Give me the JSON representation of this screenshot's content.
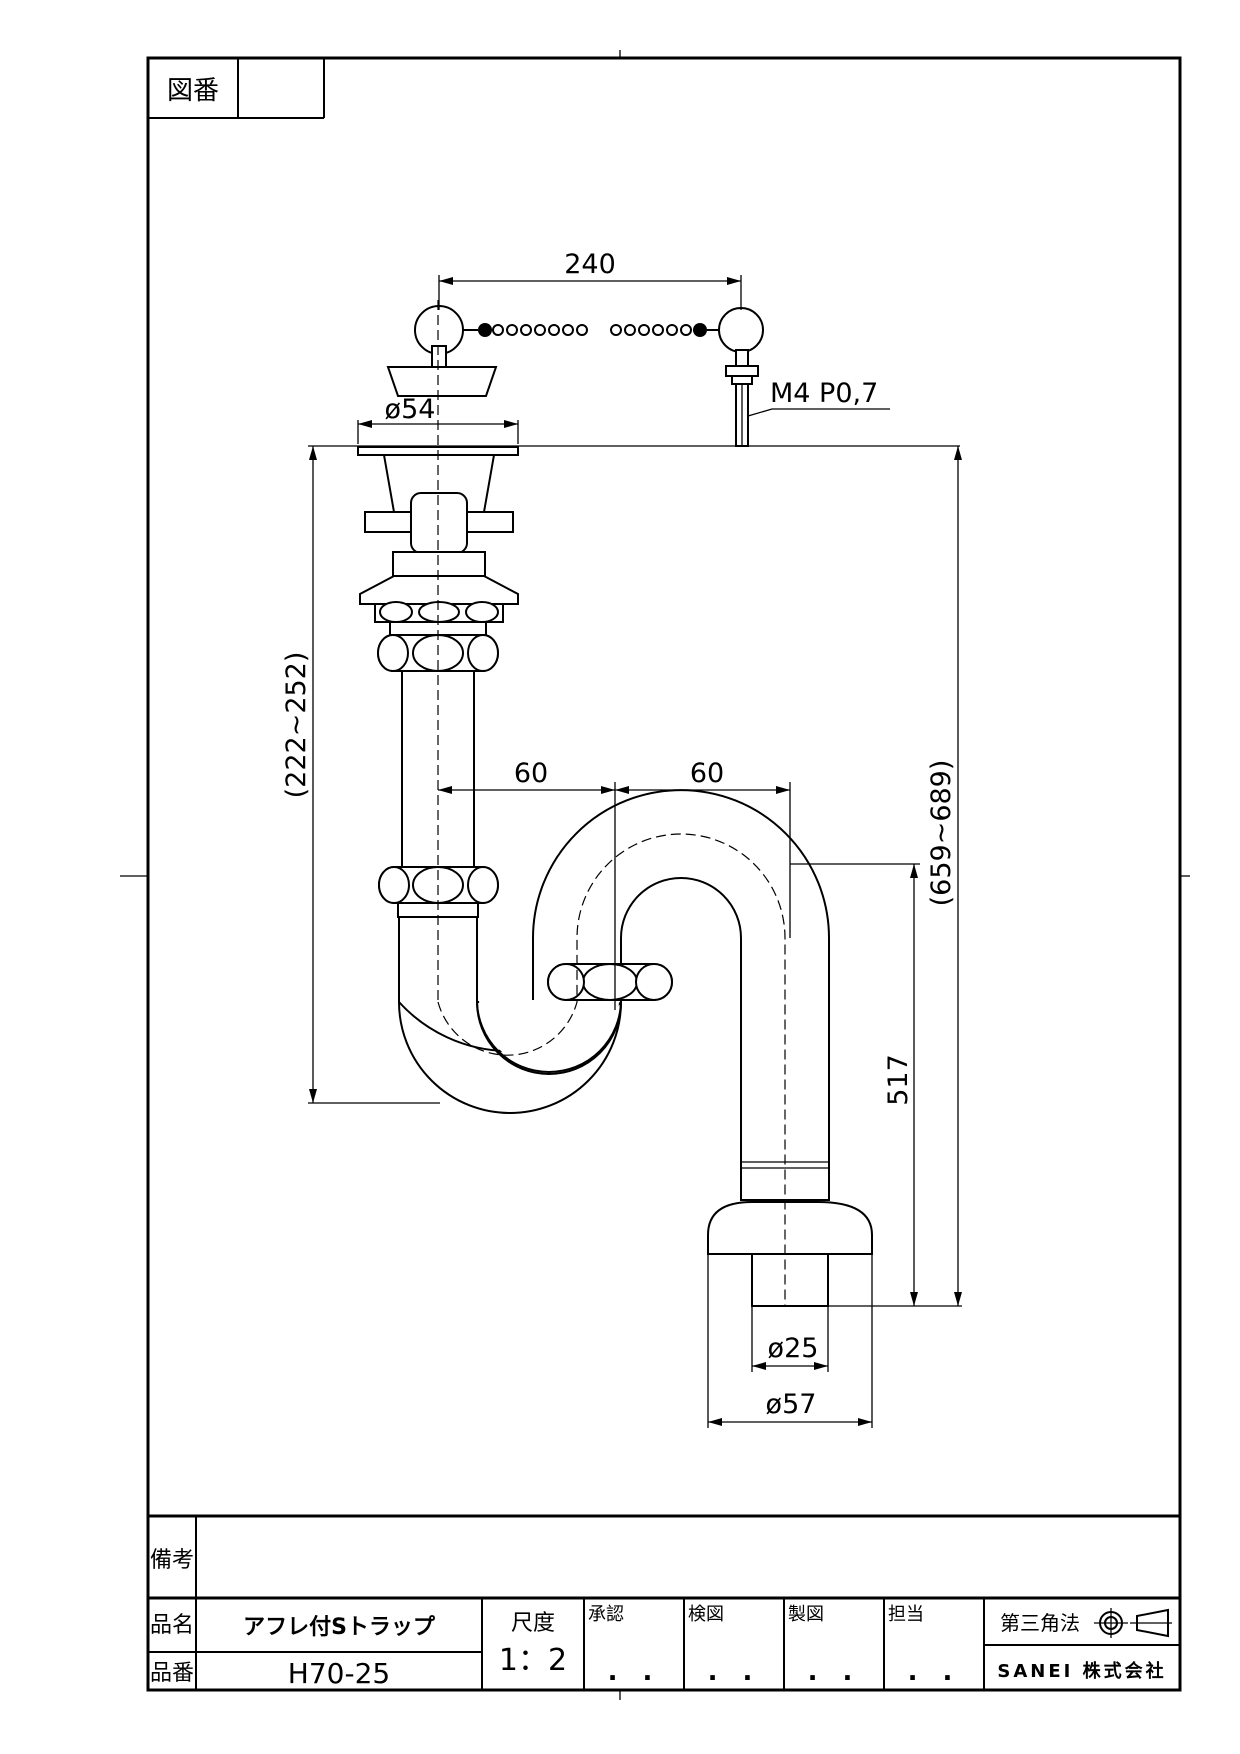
{
  "drawing_number_label": "図番",
  "drawing_number": "",
  "dimensions": {
    "chain_span": "240",
    "stopper_dia": "ø54",
    "thread": "M4 P0,7",
    "tailpiece_height": "(222~252)",
    "total_height": "(659~689)",
    "offset_left": "60",
    "offset_right": "60",
    "outlet_height": "517",
    "pipe_dia": "ø25",
    "flange_dia": "ø57"
  },
  "title_block": {
    "remarks_label": "備考",
    "remarks": "",
    "product_name_label": "品名",
    "product_name": "アフレ付Sトラップ",
    "product_number_label": "品番",
    "product_number": "H70-25",
    "scale_label": "尺度",
    "scale": "1：2",
    "approved_label": "承認",
    "checked_label": "検図",
    "drawn_label": "製図",
    "person_label": "担当",
    "approved_date": ". .",
    "checked_date": ". .",
    "drawn_date": ". .",
    "person_date": ". .",
    "projection_label": "第三角法",
    "company": "SANEI 株式会社"
  },
  "icons": [
    "third-angle-projection-icon"
  ]
}
